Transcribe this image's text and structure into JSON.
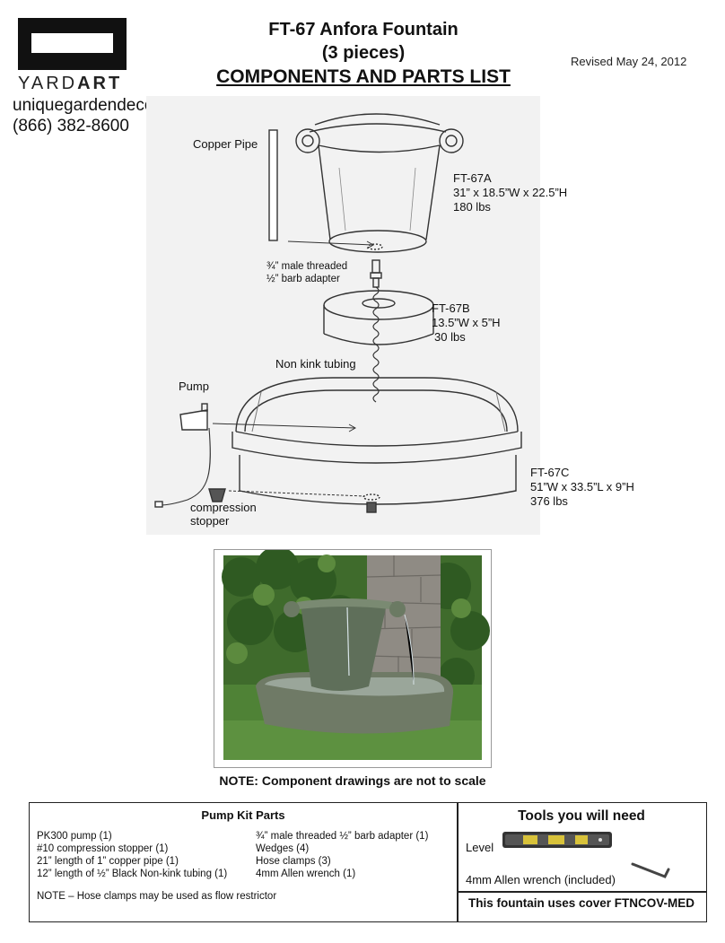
{
  "header": {
    "brand_prefix": "YARD",
    "brand_suffix": "ART",
    "website": "uniquegardendecor.com",
    "phone": "(866) 382-8600",
    "title_line1": "FT-67 Anfora Fountain",
    "title_line2": "(3 pieces)",
    "title_line3": "COMPONENTS AND PARTS LIST",
    "revised": "Revised May 24, 2012"
  },
  "diagram": {
    "copper_pipe": "Copper Pipe",
    "ft67a_name": "FT-67A",
    "ft67a_dims": "31” x 18.5”W x 22.5”H",
    "ft67a_weight": "180 lbs",
    "adapter_line1": "¾” male threaded",
    "adapter_line2": "½” barb adapter",
    "ft67b_name": "FT-67B",
    "ft67b_dims": "13.5”W x 5”H",
    "ft67b_weight": "30 lbs",
    "tubing": "Non kink tubing",
    "pump": "Pump",
    "ft67c_name": "FT-67C",
    "ft67c_dims": "51”W x 33.5”L x 9”H",
    "ft67c_weight": "376 lbs",
    "stopper_line1": "compression",
    "stopper_line2": "stopper"
  },
  "note_scale": "NOTE: Component drawings are not to scale",
  "pump_kit": {
    "title": "Pump Kit Parts",
    "left_items": [
      "PK300 pump (1)",
      "#10 compression stopper (1)",
      "21” length of 1” copper pipe (1)",
      "12” length of ½” Black Non-kink tubing (1)"
    ],
    "right_items": [
      "¾”  male threaded ½” barb adapter (1)",
      "Wedges (4)",
      "Hose clamps (3)",
      "4mm Allen wrench (1)"
    ],
    "note": "NOTE – Hose clamps may be used as flow restrictor"
  },
  "tools": {
    "title": "Tools you will need",
    "level": "Level",
    "allen": "4mm Allen wrench (included)",
    "cover": "This fountain uses cover FTNCOV-MED"
  }
}
